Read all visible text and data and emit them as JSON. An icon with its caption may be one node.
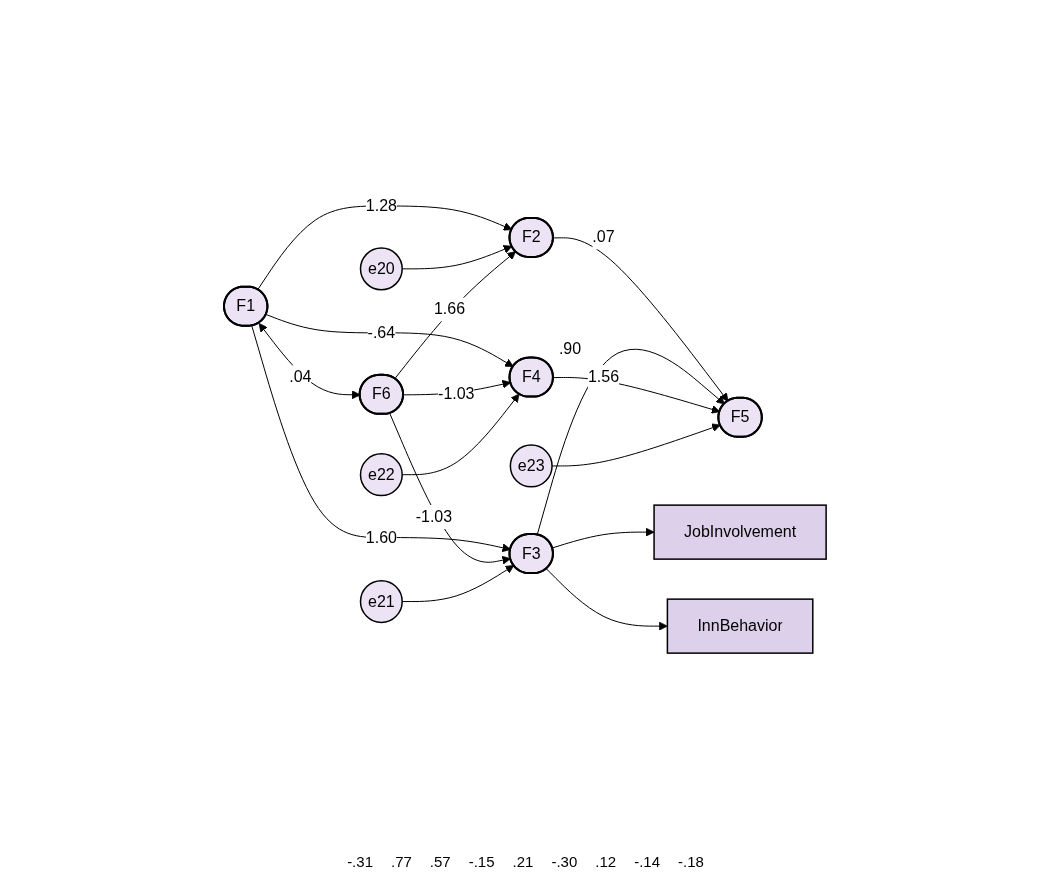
{
  "diagram": {
    "nodes": [
      {
        "text": [
          "F1"
        ]
      },
      {
        "text": [
          "F2"
        ]
      },
      {
        "text": [
          "e20"
        ]
      },
      {
        "text": [
          "F6"
        ]
      },
      {
        "text": [
          "F3"
        ]
      },
      {
        "text": [
          "e21"
        ]
      },
      {
        "text": [
          "JobInvolvement"
        ]
      },
      {
        "text": [
          "InnBehavior"
        ]
      },
      {
        "text": [
          "F4"
        ],
        "beside": [
          ".90"
        ]
      },
      {
        "text": [
          "e22"
        ]
      },
      {
        "text": [
          "F5"
        ]
      },
      {
        "text": [
          "e23"
        ]
      }
    ],
    "edges": [
      {
        "from": 0,
        "to": 1,
        "arrow": "to",
        "label": "1.28"
      },
      {
        "from": 2,
        "to": 1,
        "arrow": "to"
      },
      {
        "from": 0,
        "to": 4,
        "arrow": "to",
        "label": "1.60"
      },
      {
        "from": 0,
        "to": 8,
        "arrow": "to",
        "label": "-.64"
      },
      {
        "from": 0,
        "to": 3,
        "arrow": "both",
        "label": ".04"
      },
      {
        "from": 3,
        "to": 1,
        "arrow": "to",
        "label": "1.66"
      },
      {
        "from": 3,
        "to": 4,
        "arrow": "to",
        "label": "-1.03"
      },
      {
        "from": 3,
        "to": 8,
        "arrow": "to",
        "label": "-1.03"
      },
      {
        "from": 5,
        "to": 4,
        "arrow": "to"
      },
      {
        "from": 4,
        "to": 6,
        "arrow": "to"
      },
      {
        "from": 4,
        "to": 7,
        "arrow": "to"
      },
      {
        "from": 9,
        "to": 8,
        "arrow": "to"
      },
      {
        "from": 1,
        "to": 10,
        "arrow": "to",
        "label": ".07"
      },
      {
        "from": 4,
        "to": 10,
        "arrow": "to"
      },
      {
        "from": 8,
        "to": 10,
        "arrow": "to",
        "label": "1.56"
      },
      {
        "from": 11,
        "to": 10,
        "arrow": "to"
      }
    ],
    "labels": [
      "-.31",
      ".77",
      ".57",
      "-.15",
      ".21",
      "-.30",
      ".12",
      "-.14",
      "-.18"
    ]
  }
}
